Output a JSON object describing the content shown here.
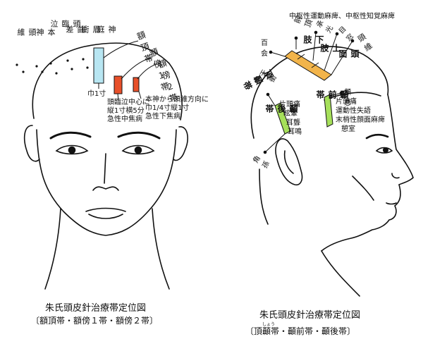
{
  "left_figure": {
    "meridians": [
      "頭維",
      "本神",
      "頭臨泣",
      "曲差",
      "眉衝",
      "神庭"
    ],
    "bands": [
      "額頂帯",
      "額傍１帯",
      "額傍２帯"
    ],
    "measure_1": "巾1寸",
    "note_1_lines": [
      "頭臨泣中心に",
      "縦1寸横5分",
      "急性中焦病"
    ],
    "note_2_lines": [
      "本神から頭維方向に",
      "巾1/4寸縦1寸",
      "急性下焦病"
    ],
    "caption_title": "朱氏頭皮針治療帯定位図",
    "caption_sub": "〔額頂帯・額傍１帯・額傍２帯〕",
    "colors": {
      "band_center": "#b8e6f2",
      "band_side": "#e8502a"
    }
  },
  "right_figure": {
    "top_note": "中枢性運動麻痺、中枢性知覚麻痺",
    "points": [
      "百会",
      "前頂",
      "承光",
      "目窓",
      "頭維",
      "天衝",
      "顱息",
      "角孫"
    ],
    "band_labels": [
      "頂顳帯",
      "顳後帯",
      "顳前帯"
    ],
    "segment_labels": [
      "下肢",
      "上肢",
      "頭面"
    ],
    "post_symptoms": [
      "片頭痛",
      "眩暈",
      "耳聾",
      "耳鳴"
    ],
    "ant_symptoms": [
      "片頭痛",
      "運動性失語",
      "末梢性顔面麻痺",
      "憩室"
    ],
    "caption_title": "朱氏頭皮針治療帯定位図",
    "caption_ruby": "しょう",
    "caption_sub_parts": [
      "〔頂",
      "顳",
      "帯・顳前帯・顳後帯〕"
    ],
    "colors": {
      "band_top": "#f2b44a",
      "band_side": "#a6e05a"
    }
  }
}
